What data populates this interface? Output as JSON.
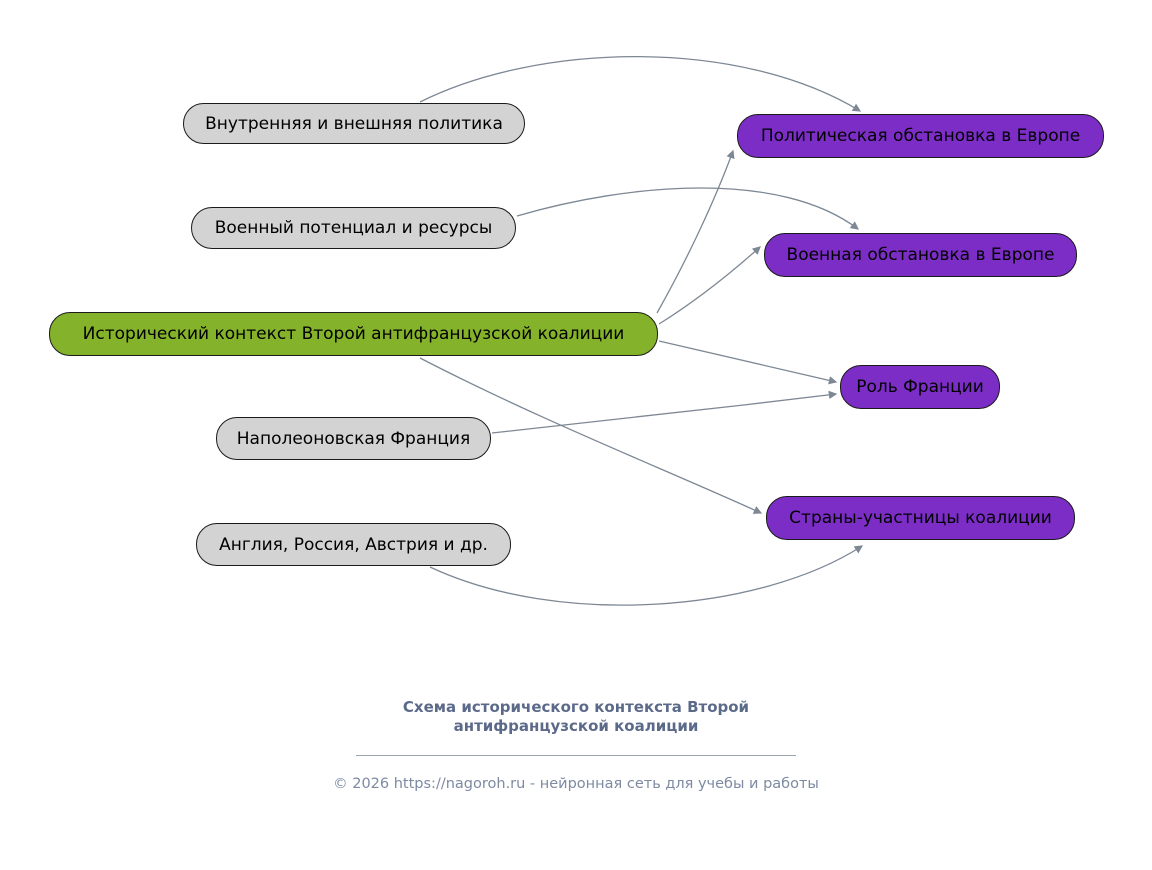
{
  "diagram_title": "Схема исторического контекста Второй антифранцузской коалиции",
  "nodes": {
    "root": {
      "label": "Исторический контекст Второй антифранцузской коалиции",
      "color": "#84b22a"
    },
    "policy": {
      "label": "Внутренняя и внешняя политика",
      "color": "#d3d3d3"
    },
    "military": {
      "label": "Военный потенциал и ресурсы",
      "color": "#d3d3d3"
    },
    "napoleon": {
      "label": "Наполеоновская Франция",
      "color": "#d3d3d3"
    },
    "countries": {
      "label": "Англия, Россия, Австрия и др.",
      "color": "#d3d3d3"
    },
    "political_situation": {
      "label": "Политическая обстановка в Европе",
      "color": "#7b2dc6"
    },
    "military_situation": {
      "label": "Военная обстановка в Европе",
      "color": "#7b2dc6"
    },
    "france_role": {
      "label": "Роль Франции",
      "color": "#7b2dc6"
    },
    "coalition_members": {
      "label": "Страны-участницы коалиции",
      "color": "#7b2dc6"
    }
  },
  "edges": [
    {
      "from": "policy",
      "to": "political_situation"
    },
    {
      "from": "root",
      "to": "political_situation"
    },
    {
      "from": "military",
      "to": "military_situation"
    },
    {
      "from": "root",
      "to": "military_situation"
    },
    {
      "from": "root",
      "to": "france_role"
    },
    {
      "from": "napoleon",
      "to": "france_role"
    },
    {
      "from": "root",
      "to": "coalition_members"
    },
    {
      "from": "countries",
      "to": "coalition_members"
    }
  ],
  "footer": {
    "title_line1": "Схема исторического контекста Второй",
    "title_line2": "антифранцузской коалиции",
    "copyright_prefix": "© 2026 ",
    "copyright_link": "https://nagoroh.ru",
    "copyright_suffix": " - нейронная сеть для учебы и работы"
  },
  "colors": {
    "edge": "#7d8894",
    "node_border": "#1b1b1b",
    "footer_title": "#5c6a8a",
    "footer_copyright": "#7d8aa2"
  }
}
